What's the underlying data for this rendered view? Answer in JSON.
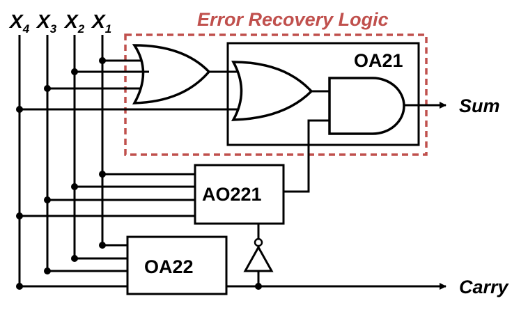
{
  "inputs": [
    {
      "name": "X",
      "sub": "4"
    },
    {
      "name": "X",
      "sub": "3"
    },
    {
      "name": "X",
      "sub": "2"
    },
    {
      "name": "X",
      "sub": "1"
    }
  ],
  "region_label": "Error Recovery Logic",
  "blocks": {
    "oa21": "OA21",
    "ao221": "AO221",
    "oa22": "OA22"
  },
  "outputs": {
    "sum": "Sum",
    "carry": "Carry"
  },
  "colors": {
    "wire": "#000000",
    "region": "#c0504d"
  }
}
